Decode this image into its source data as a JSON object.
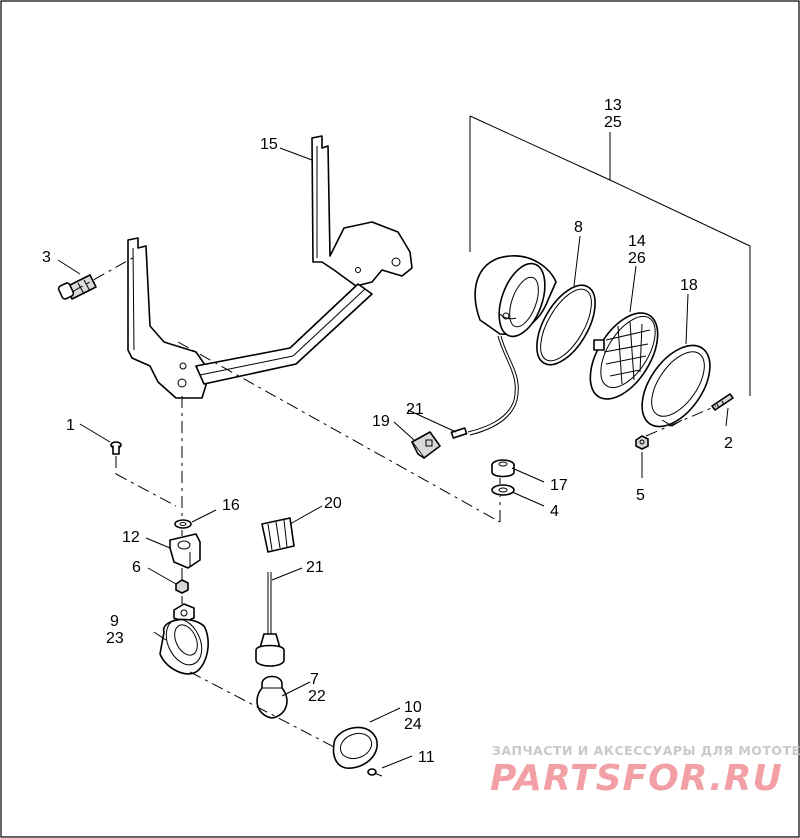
{
  "callouts": {
    "c1": "1",
    "c2": "2",
    "c3": "3",
    "c4": "4",
    "c5": "5",
    "c6": "6",
    "c7": "7",
    "c22": "22",
    "c8": "8",
    "c9": "9",
    "c23": "23",
    "c10": "10",
    "c24": "24",
    "c11": "11",
    "c12": "12",
    "c13": "13",
    "c25": "25",
    "c14": "14",
    "c26": "26",
    "c15": "15",
    "c16": "16",
    "c17": "17",
    "c18": "18",
    "c19": "19",
    "c20": "20",
    "c21a": "21",
    "c21b": "21"
  },
  "watermark": {
    "caption": "ЗАПЧАСТИ И АКСЕССУАРЫ ДЛЯ МОТОТЕХНИКИ",
    "brand": "PARTSFOR.RU"
  },
  "colors": {
    "line": "#000000",
    "background": "#ffffff",
    "watermark_brand": "#f2a0a6",
    "watermark_caption": "#c9c9c9"
  }
}
